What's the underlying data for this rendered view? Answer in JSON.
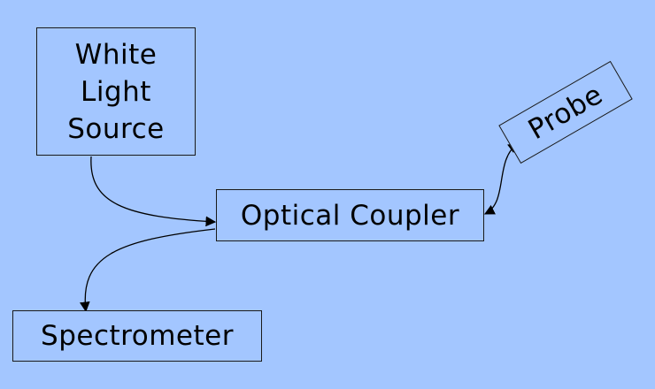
{
  "background_color": "#a3c6ff",
  "boxes": {
    "white_light_source": {
      "lines": [
        "White",
        "Light",
        "Source"
      ]
    },
    "optical_coupler": {
      "label": "Optical Coupler"
    },
    "probe": {
      "label": "Probe"
    },
    "spectrometer": {
      "label": "Spectrometer"
    }
  },
  "connections": [
    {
      "from": "White Light Source",
      "to": "Optical Coupler",
      "direction": "one-way"
    },
    {
      "from": "Optical Coupler",
      "to": "Probe",
      "direction": "two-way"
    },
    {
      "from": "Optical Coupler",
      "to": "Spectrometer",
      "direction": "one-way"
    }
  ]
}
